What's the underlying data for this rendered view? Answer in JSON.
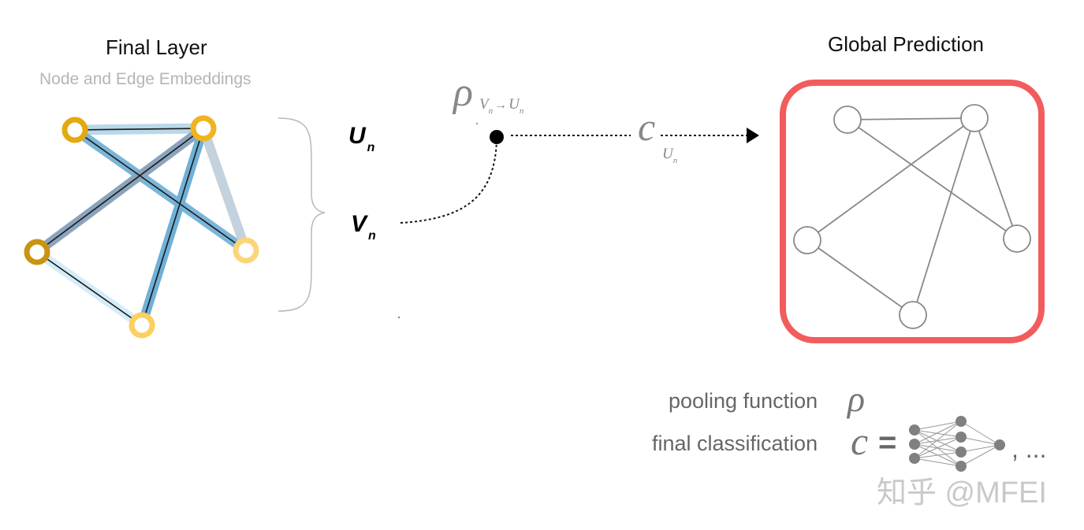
{
  "final_layer": {
    "title": "Final Layer",
    "subtitle": "Node and Edge Embeddings"
  },
  "vars": {
    "u": "U",
    "u_sub": "n",
    "v": "V",
    "v_sub": "n"
  },
  "pooling": {
    "rho": "ρ",
    "sub_left": "V",
    "sub_left_sub": "n",
    "arrow": "→",
    "sub_right": "U",
    "sub_right_sub": "n"
  },
  "classifier": {
    "c": "c",
    "sub": "U",
    "sub_sub": "n"
  },
  "global": {
    "title": "Global Prediction"
  },
  "legend": {
    "pooling_label": "pooling function",
    "pooling_symbol": "ρ",
    "classification_label": "final classification",
    "classification_symbol": "c",
    "equals": "=",
    "ellipsis": ", ..."
  },
  "watermark": "知乎 @MFEI",
  "colors": {
    "frame": "#f25c5c",
    "node_dark": "#d4a017",
    "node_mid": "#f0b82a",
    "node_light": "#fcd36a",
    "edge_blue": "#6fb0d6",
    "edge_grey": "#8aa3bd",
    "edge_light": "#cfe8f5"
  }
}
